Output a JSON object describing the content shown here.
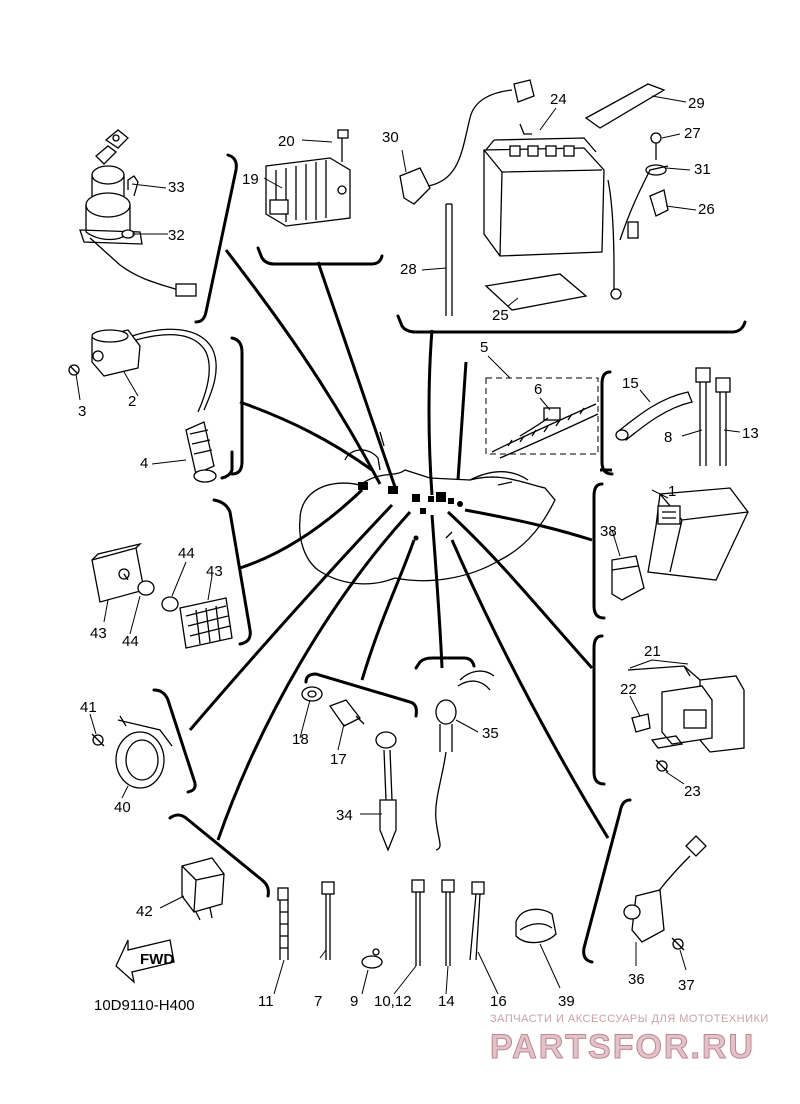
{
  "diagram": {
    "labels": [
      "1",
      "2",
      "3",
      "4",
      "5",
      "6",
      "7",
      "8",
      "9",
      "10,12",
      "11",
      "13",
      "14",
      "15",
      "16",
      "17",
      "18",
      "19",
      "20",
      "21",
      "22",
      "23",
      "24",
      "25",
      "26",
      "27",
      "28",
      "29",
      "30",
      "31",
      "32",
      "33",
      "34",
      "35",
      "36",
      "37",
      "38",
      "39",
      "40",
      "41",
      "42",
      "43",
      "43",
      "44",
      "44"
    ],
    "fwd_text": "FWD",
    "code": "10D9110-H400"
  },
  "watermark": {
    "tagline": "ЗАПЧАСТИ И АКСЕССУАРЫ ДЛЯ МОТОТЕХНИКИ",
    "brand": "PARTSFOR.RU"
  }
}
